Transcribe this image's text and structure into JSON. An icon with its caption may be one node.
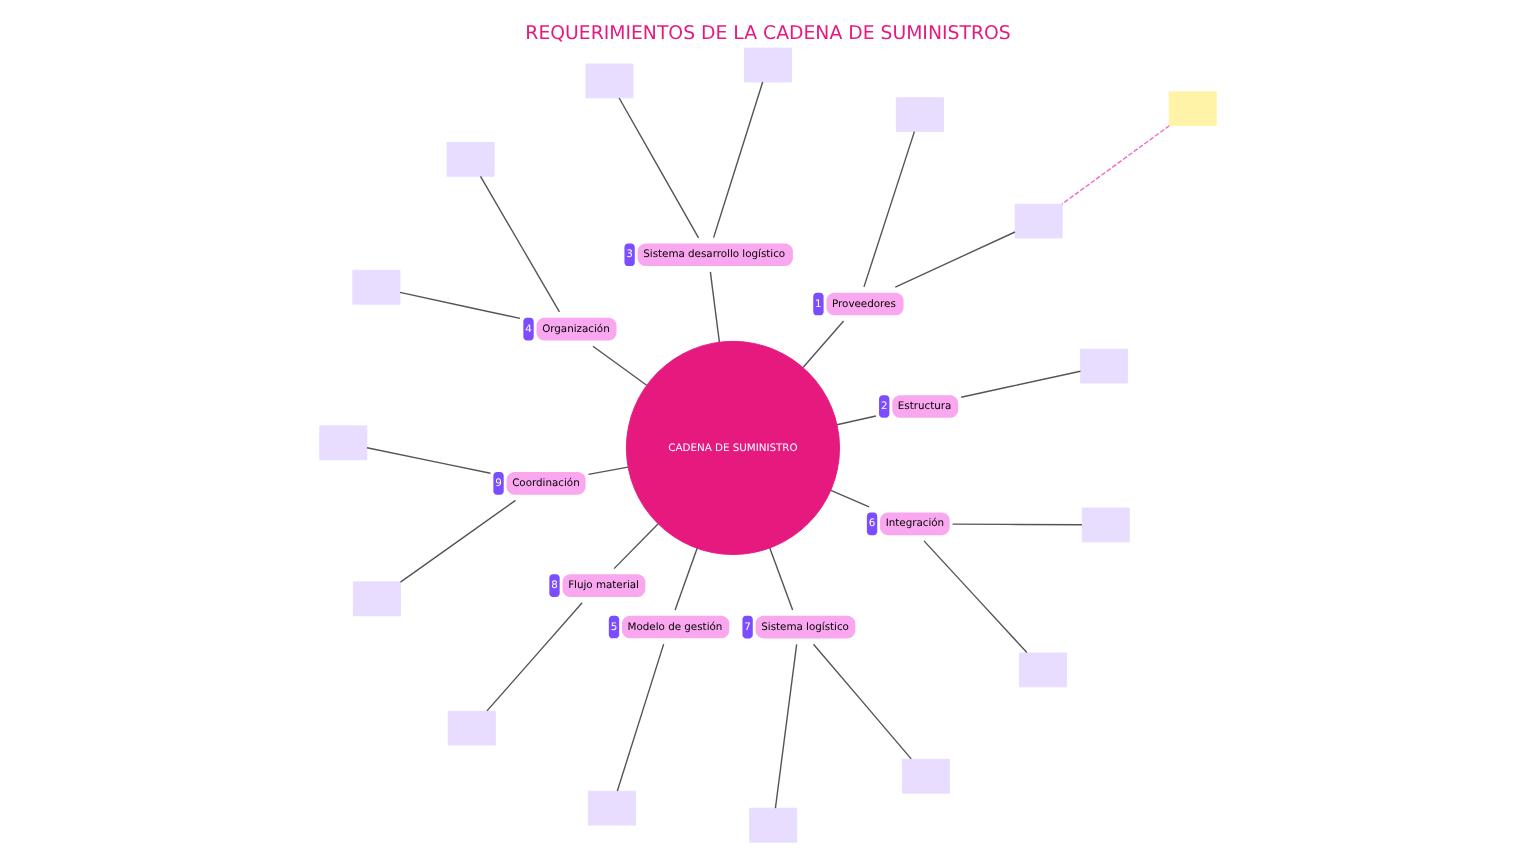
{
  "diagram": {
    "title": "REQUERIMIENTOS DE LA CADENA DE SUMINISTROS",
    "nodes": [
      {
        "text": [
          "CADENA DE SUMINISTRO"
        ]
      },
      {
        "text": [
          "Estructura"
        ],
        "beside": [
          "2"
        ]
      },
      {
        "text": [],
        "shape": "box"
      },
      {
        "text": [
          "Proveedores"
        ],
        "beside": [
          "1"
        ]
      },
      {
        "text": [],
        "shape": "box"
      },
      {
        "text": [],
        "shape": "box"
      },
      {
        "text": [],
        "shape": "box"
      },
      {
        "text": [
          "Sistema desarrollo logístico"
        ],
        "beside": [
          "3"
        ]
      },
      {
        "text": [],
        "shape": "box"
      },
      {
        "text": [],
        "shape": "box"
      },
      {
        "text": [
          "Organización"
        ],
        "beside": [
          "4"
        ]
      },
      {
        "text": [],
        "shape": "box"
      },
      {
        "text": [],
        "shape": "box"
      },
      {
        "text": [
          "Coordinación"
        ],
        "beside": [
          "9"
        ]
      },
      {
        "text": [],
        "shape": "box"
      },
      {
        "text": [],
        "shape": "box"
      },
      {
        "text": [
          "Flujo material"
        ],
        "beside": [
          "8"
        ]
      },
      {
        "text": [],
        "shape": "box"
      },
      {
        "text": [
          "Modelo de gestión"
        ],
        "beside": [
          "5"
        ]
      },
      {
        "text": [],
        "shape": "box"
      },
      {
        "text": [
          "Sistema logístico"
        ],
        "beside": [
          "7"
        ]
      },
      {
        "text": [],
        "shape": "box"
      },
      {
        "text": [],
        "shape": "box"
      },
      {
        "text": [
          "Integración"
        ],
        "beside": [
          "6"
        ]
      },
      {
        "text": [],
        "shape": "box"
      },
      {
        "text": [],
        "shape": "box"
      }
    ],
    "edges": [
      {
        "from": 0,
        "to": 1,
        "arrow": "none"
      },
      {
        "from": 1,
        "to": 2,
        "arrow": "none"
      },
      {
        "from": 0,
        "to": 3,
        "arrow": "none"
      },
      {
        "from": 3,
        "to": 4,
        "arrow": "none"
      },
      {
        "from": 5,
        "to": 4,
        "arrow": "none",
        "style": "dashed",
        "color": "#f06bc8"
      },
      {
        "from": 3,
        "to": 6,
        "arrow": "none"
      },
      {
        "from": 0,
        "to": 7,
        "arrow": "none"
      },
      {
        "from": 7,
        "to": 8,
        "arrow": "none"
      },
      {
        "from": 7,
        "to": 9,
        "arrow": "none"
      },
      {
        "from": 0,
        "to": 10,
        "arrow": "none"
      },
      {
        "from": 10,
        "to": 11,
        "arrow": "none"
      },
      {
        "from": 10,
        "to": 12,
        "arrow": "none"
      },
      {
        "from": 0,
        "to": 13,
        "arrow": "none"
      },
      {
        "from": 13,
        "to": 14,
        "arrow": "none"
      },
      {
        "from": 13,
        "to": 15,
        "arrow": "none"
      },
      {
        "from": 0,
        "to": 16,
        "arrow": "none"
      },
      {
        "from": 16,
        "to": 17,
        "arrow": "none"
      },
      {
        "from": 0,
        "to": 18,
        "arrow": "none"
      },
      {
        "from": 18,
        "to": 19,
        "arrow": "none"
      },
      {
        "from": 0,
        "to": 20,
        "arrow": "none"
      },
      {
        "from": 20,
        "to": 21,
        "arrow": "none"
      },
      {
        "from": 20,
        "to": 22,
        "arrow": "none"
      },
      {
        "from": 0,
        "to": 23,
        "arrow": "none"
      },
      {
        "from": 23,
        "to": 24,
        "arrow": "none"
      },
      {
        "from": 23,
        "to": 25,
        "arrow": "none"
      }
    ]
  }
}
